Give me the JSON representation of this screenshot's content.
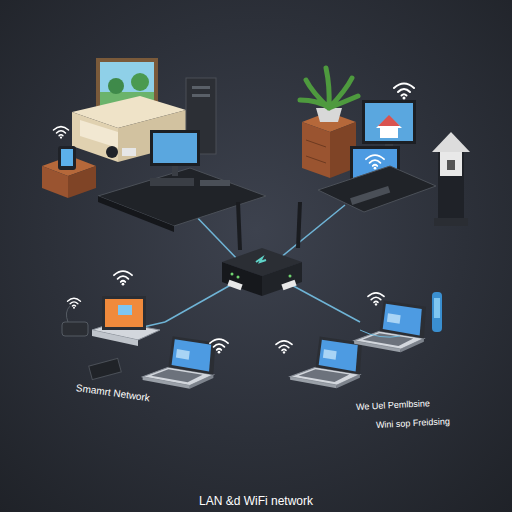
{
  "diagram": {
    "caption": "LAN &d WiFi network",
    "labels": [
      "Smamrt Network",
      "We Uel Pemlbsine",
      "Wini sop Freidsing"
    ]
  }
}
